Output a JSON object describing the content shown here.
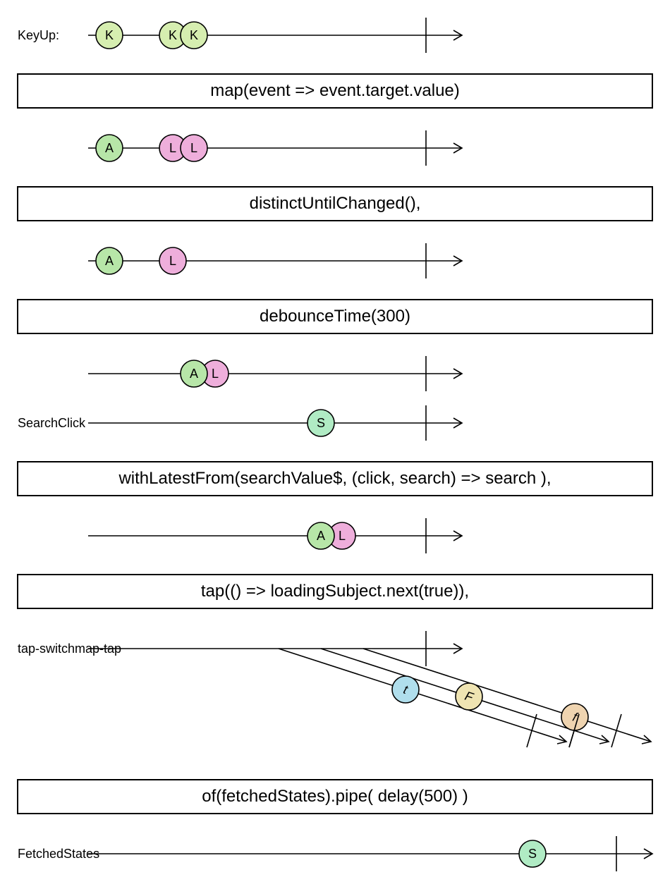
{
  "colors": {
    "k_marble": "#d6eeb0",
    "a_marble": "#b7e6a8",
    "l_marble": "#eeaedb",
    "s_marble": "#b0ebc4",
    "t_marble": "#b0deec",
    "f_marble": "#efe4b2",
    "f2_marble": "#efd4b0"
  },
  "streams": [
    {
      "label": "KeyUp:",
      "marbles": [
        "K",
        "K",
        "K"
      ]
    },
    {
      "label": "",
      "marbles": [
        "A",
        "L",
        "L"
      ]
    },
    {
      "label": "",
      "marbles": [
        "A",
        "L"
      ]
    },
    {
      "label": "",
      "marbles": [
        "A",
        "L"
      ]
    },
    {
      "label": "SearchClick",
      "marbles": [
        "S"
      ]
    },
    {
      "label": "",
      "marbles": [
        "A",
        "L"
      ]
    },
    {
      "label": "tap-switchmap-tap",
      "marbles": []
    },
    {
      "label": "FetchedStates",
      "marbles": [
        "S"
      ]
    }
  ],
  "inner_marbles": [
    "t",
    "F",
    "f"
  ],
  "operators": [
    "map(event => event.target.value)",
    "distinctUntilChanged(),",
    "debounceTime(300)",
    "withLatestFrom(searchValue$, (click, search) => search ),",
    "tap(() => loadingSubject.next(true)),",
    "of(fetchedStates).pipe( delay(500) )"
  ]
}
